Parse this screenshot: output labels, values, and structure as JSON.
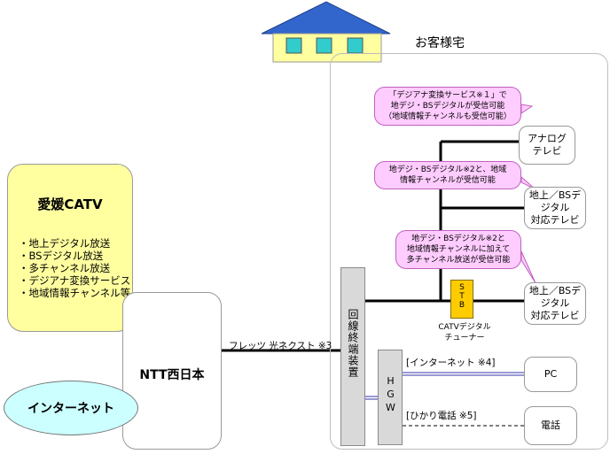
{
  "home": {
    "label": "お客様宅"
  },
  "catv": {
    "title": "愛媛CATV",
    "services": [
      "・地上デジタル放送",
      "・BSデジタル放送",
      "・多チャンネル放送",
      "・デジアナ変換サービス",
      "・地域情報チャンネル等"
    ]
  },
  "ntt": {
    "title": "NTT西日本"
  },
  "internet": {
    "label": "インターネット"
  },
  "line": {
    "label": "フレッツ 光ネクスト ※3"
  },
  "onu": {
    "label": "回線終端装置"
  },
  "hgw": {
    "label": "HGW"
  },
  "stb": {
    "label": "STB",
    "caption_line1": "CATVデジタル",
    "caption_line2": "チューナー"
  },
  "devices": {
    "analog_tv": {
      "line1": "アナログ",
      "line2": "テレビ"
    },
    "digital_tv_1": {
      "line1": "地上／BSデジタル",
      "line2": "対応テレビ"
    },
    "digital_tv_2": {
      "line1": "地上／BSデジタル",
      "line2": "対応テレビ"
    },
    "pc": {
      "label": "PC"
    },
    "phone": {
      "label": "電話"
    }
  },
  "callouts": {
    "c1": {
      "line1": "「デジアナ変換サービス※１」で",
      "line2": "地デジ・BSデジタルが受信可能",
      "line3": "（地域情報チャンネルも受信可能）"
    },
    "c2": {
      "line1": "地デジ・BSデジタル※2と、地域",
      "line2": "情報チャンネルが受信可能"
    },
    "c3": {
      "line1": "地デジ・BSデジタル※2と",
      "line2": "地域情報チャンネルに加えて",
      "line3": "多チャンネル放送が受信可能"
    }
  },
  "links": {
    "internet": "[インターネット ※4]",
    "phone": "[ひかり電話 ※5]"
  },
  "colors": {
    "house_roof": "#3366cc",
    "house_window": "#33cccc",
    "catv_fill": "#ffffa0",
    "internet_fill": "#ccffff",
    "stb_fill": "#ffcc00",
    "callout_fill": "#ffccff",
    "device_gray": "#d9d9d9",
    "link_blue": "#3333aa"
  }
}
